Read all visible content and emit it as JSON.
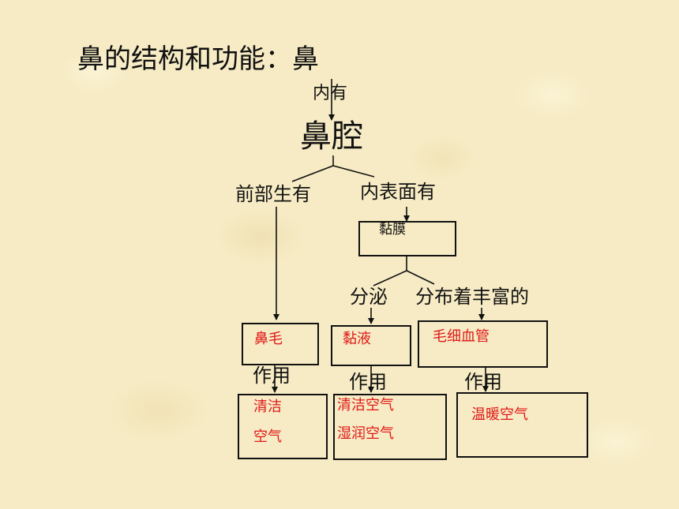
{
  "title": "鼻的结构和功能：鼻",
  "nodes": {
    "inner_has": "内有",
    "nasal_cavity": "鼻腔",
    "front_grows": "前部生有",
    "inner_surface_has": "内表面有",
    "mucosa": "黏膜",
    "secretes": "分泌",
    "rich_distribution": "分布着丰富的",
    "nose_hair": "鼻毛",
    "mucus": "黏液",
    "capillaries": "毛细血管",
    "function_1": "作用",
    "function_2": "作用",
    "function_3": "作用",
    "clean_line1": "清洁",
    "clean_line2": "空气",
    "clean_air": "清洁空气",
    "moist_air": "湿润空气",
    "warm_air": "温暖空气"
  },
  "colors": {
    "accent": "#e01818",
    "line": "#111111",
    "background": "#f6ebc4"
  }
}
